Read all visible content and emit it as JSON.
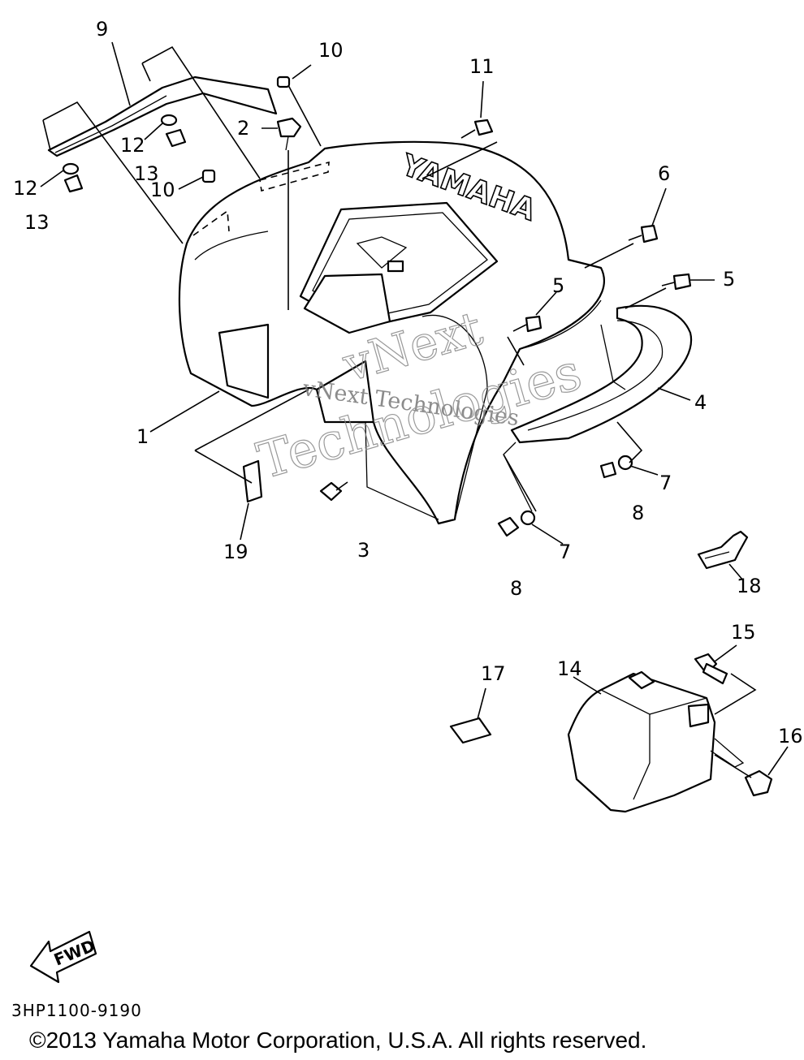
{
  "diagram": {
    "code": "3HP1100-9190",
    "copyright": "©2013 Yamaha Motor Corporation, U.S.A. All rights reserved.",
    "brand_text": "YAMAHA",
    "fwd_label": "FWD",
    "watermark_line1": "vNext Technologies",
    "watermark_line2": "vNext",
    "watermark_line3": "Technologies"
  },
  "callouts": [
    {
      "id": "c1",
      "text": "1"
    },
    {
      "id": "c2",
      "text": "2"
    },
    {
      "id": "c3",
      "text": "3"
    },
    {
      "id": "c4",
      "text": "4"
    },
    {
      "id": "c5a",
      "text": "5"
    },
    {
      "id": "c5b",
      "text": "5"
    },
    {
      "id": "c6",
      "text": "6"
    },
    {
      "id": "c7a",
      "text": "7"
    },
    {
      "id": "c7b",
      "text": "7"
    },
    {
      "id": "c8a",
      "text": "8"
    },
    {
      "id": "c8b",
      "text": "8"
    },
    {
      "id": "c9",
      "text": "9"
    },
    {
      "id": "c10a",
      "text": "10"
    },
    {
      "id": "c10b",
      "text": "10"
    },
    {
      "id": "c11",
      "text": "11"
    },
    {
      "id": "c12a",
      "text": "12"
    },
    {
      "id": "c12b",
      "text": "12"
    },
    {
      "id": "c13a",
      "text": "13"
    },
    {
      "id": "c13b",
      "text": "13"
    },
    {
      "id": "c14",
      "text": "14"
    },
    {
      "id": "c15",
      "text": "15"
    },
    {
      "id": "c16",
      "text": "16"
    },
    {
      "id": "c17",
      "text": "17"
    },
    {
      "id": "c18",
      "text": "18"
    },
    {
      "id": "c19",
      "text": "19"
    }
  ]
}
